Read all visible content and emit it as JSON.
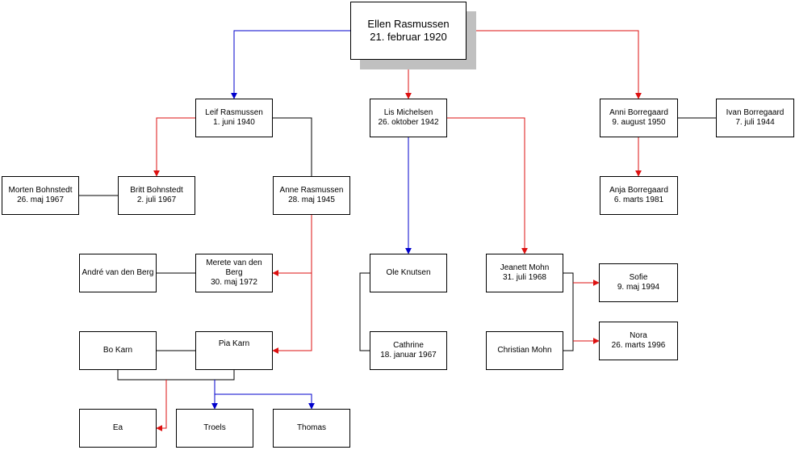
{
  "people": {
    "ellen": {
      "name": "Ellen Rasmussen",
      "date": "21. februar 1920"
    },
    "leif": {
      "name": "Leif Rasmussen",
      "date": "1. juni 1940"
    },
    "lis": {
      "name": "Lis Michelsen",
      "date": "26. oktober 1942"
    },
    "anni": {
      "name": "Anni Borregaard",
      "date": "9. august 1950"
    },
    "ivan": {
      "name": "Ivan Borregaard",
      "date": "7. juli 1944"
    },
    "morten": {
      "name": "Morten Bohnstedt",
      "date": "26. maj 1967"
    },
    "britt": {
      "name": "Britt Bohnstedt",
      "date": "2. juli 1967"
    },
    "anne": {
      "name": "Anne Rasmussen",
      "date": "28. maj 1945"
    },
    "anja": {
      "name": "Anja Borregaard",
      "date": "6. marts 1981"
    },
    "andre": {
      "name": "André van den Berg"
    },
    "merete": {
      "name": "Merete van den Berg",
      "date": "30. maj 1972"
    },
    "ole": {
      "name": "Ole Knutsen"
    },
    "jeanett": {
      "name": "Jeanett Mohn",
      "date": "31. juli 1968"
    },
    "sofie": {
      "name": "Sofie",
      "date": "9. maj 1994"
    },
    "bo": {
      "name": "Bo Karn"
    },
    "pia": {
      "name": "Pia Karn"
    },
    "cathrine": {
      "name": "Cathrine",
      "date": "18. januar 1967"
    },
    "christian": {
      "name": "Christian Mohn"
    },
    "nora": {
      "name": "Nora",
      "date": "26. marts 1996"
    },
    "ea": {
      "name": "Ea"
    },
    "troels": {
      "name": "Troels"
    },
    "thomas": {
      "name": "Thomas"
    }
  },
  "colors": {
    "line": "#000000",
    "daughter": "#dd1111",
    "son": "#0000cc",
    "shadow": "#c0c0c0"
  }
}
